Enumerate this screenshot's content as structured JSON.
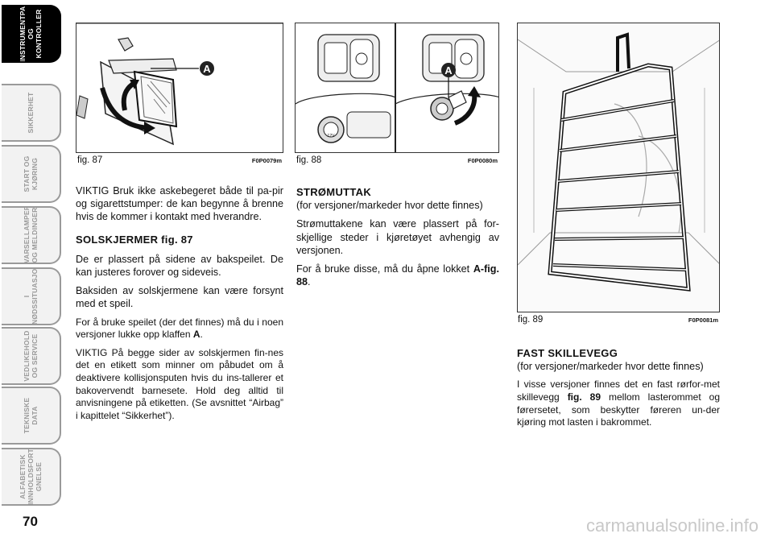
{
  "sidebar": {
    "tabs": [
      {
        "label": "INSTRUMENTPANEL\nOG KONTROLLER",
        "active": true
      },
      {
        "label": "SIKKERHET",
        "active": false
      },
      {
        "label": "START OG\nKJØRING",
        "active": false
      },
      {
        "label": "VARSELLAMPER\nOG MELDINGER",
        "active": false
      },
      {
        "label": "I NØDSSITUASJONER",
        "active": false
      },
      {
        "label": "VEDLIKEHOLD\nOG SERVICE",
        "active": false
      },
      {
        "label": "TEKNISKE\nDATA",
        "active": false
      },
      {
        "label": "ALFABETISK\nINNHOLDSFORTE-\nGNELSE",
        "active": false
      }
    ]
  },
  "page_number": "70",
  "figures": {
    "fig87": {
      "caption": "fig. 87",
      "code": "F0P0079m",
      "callout": "A"
    },
    "fig88": {
      "caption": "fig. 88",
      "code": "F0P0080m",
      "callout": "A",
      "socket_label": "12V"
    },
    "fig89": {
      "caption": "fig. 89",
      "code": "F0P0081m"
    }
  },
  "col1": {
    "p1": "VIKTIG Bruk ikke askebegeret både til pa-pir og sigarettstumper: de kan begynne å brenne hvis de kommer i kontakt med hverandre.",
    "heading": "SOLSKJERMER fig. 87",
    "p2": "De er plassert på sidene av bakspeilet. De kan justeres forover og sideveis.",
    "p3": "Baksiden av solskjermene kan være forsynt med et speil.",
    "p4_pre": "For å bruke speilet (der det finnes) må du i noen versjoner lukke opp klaffen ",
    "p4_bold": "A",
    "p4_post": ".",
    "p5": "VIKTIG På begge sider av solskjermen fin-nes det en etikett som minner om påbudet om å deaktivere kollisjonsputen hvis du ins-tallerer et bakovervendt barnesete. Hold deg alltid til anvisningene på etiketten. (Se avsnittet “Airbag” i kapittelet “Sikkerhet”)."
  },
  "col2": {
    "heading": "STRØMUTTAK",
    "sub": "(for versjoner/markeder hvor dette finnes)",
    "p1": "Strømuttakene kan være plassert på for-skjellige steder i kjøretøyet avhengig av versjonen.",
    "p2_pre": "For å bruke disse, må du åpne lokket ",
    "p2_bold": "A-fig. 88",
    "p2_post": "."
  },
  "col3": {
    "heading": "FAST SKILLEVEGG",
    "sub": "(for versjoner/markeder hvor dette finnes)",
    "p1_pre": "I visse versjoner finnes det en fast rørfor-met skillevegg ",
    "p1_bold": "fig. 89",
    "p1_post": " mellom lasterommet og førersetet, som beskytter føreren un-der kjøring mot lasten i bakrommet."
  },
  "watermark": "carmanualsonline.info"
}
